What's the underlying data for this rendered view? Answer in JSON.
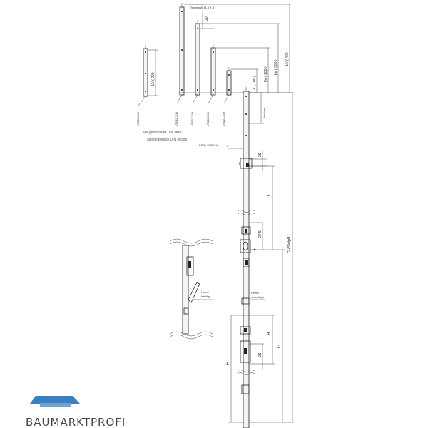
{
  "rod_codes": {
    "v200": "VT033-200",
    "v400": "VT042-200",
    "v300": "VT032-200",
    "v200b": "VT022-200",
    "v100": "VT010-200"
  },
  "spec": {
    "regelmass": "Regelmaß 11,5 X 4",
    "offset": "20"
  },
  "lengths": {
    "lv200_left": "LV ( 200 )",
    "lv400": "LV ( 400 )",
    "lv300": "LV ( 300 )",
    "lv200": "LV ( 200 )",
    "lv100": "LV ( 100 )"
  },
  "notes": {
    "line1": "wie gezeichnet DIN links",
    "line2": "spiegelbildlich DIN rechts"
  },
  "labels": {
    "kuerzbar_l": "l",
    "kuerzbar": "kürzbar",
    "model": "BS60-280EGX",
    "hebel_left": "Hebel",
    "hebel_left2": "betätigt",
    "hebel_right": "Hebel",
    "hebel_right2": "unbetätigt",
    "lg": "LG (Stulplf.)"
  },
  "dims": {
    "d26_top": "26",
    "c": "C",
    "d27_5": "27,5",
    "b": "B",
    "g": "G",
    "h": "H",
    "d26_bottom": "26"
  },
  "logo": {
    "text": "BAUMARKTPROFI",
    "color": "#3a7fc1"
  }
}
